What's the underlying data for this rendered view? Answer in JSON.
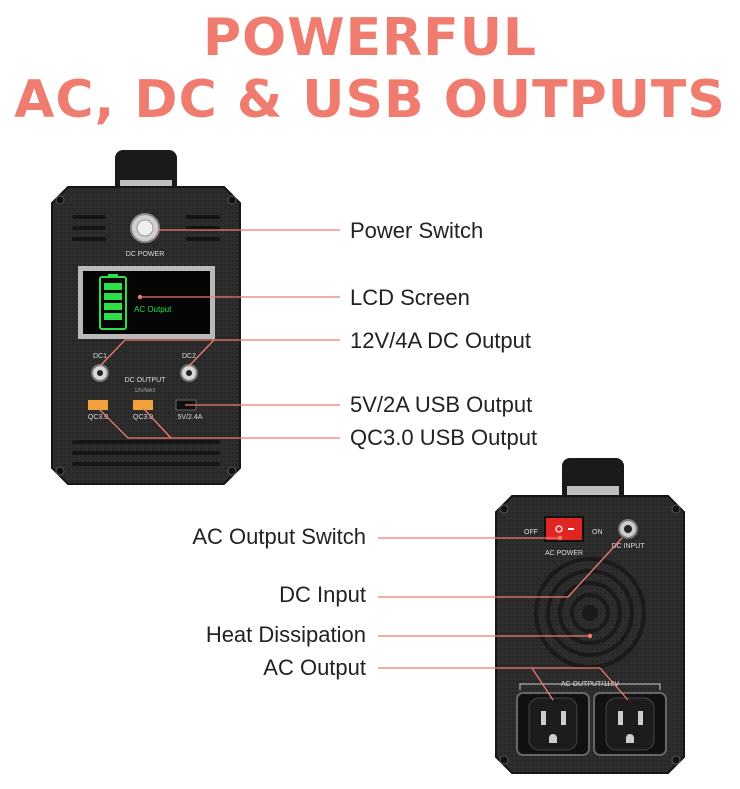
{
  "headline": {
    "line1": "POWERFUL",
    "line2": "AC, DC & USB OUTPUTS"
  },
  "front_callouts": {
    "power_switch": "Power Switch",
    "lcd_screen": "LCD Screen",
    "dc_output": "12V/4A DC Output",
    "usb_output": "5V/2A USB Output",
    "qc_output": "QC3.0 USB Output"
  },
  "back_callouts": {
    "ac_switch": "AC Output Switch",
    "dc_input": "DC Input",
    "heat": "Heat Dissipation",
    "ac_output": "AC Output"
  },
  "front_panel": {
    "dc_power": "DC POWER",
    "lcd_text": "AC Output",
    "dc1": "DC1",
    "dc2": "DC2",
    "dc_output": "DC OUTPUT",
    "dc_rating": "12V/MAX",
    "qc1": "QC3.0",
    "qc2": "QC3.0",
    "usb": "5V/2.4A"
  },
  "back_panel": {
    "off": "OFF",
    "on": "ON",
    "ac_power": "AC POWER",
    "dc_input": "DC INPUT",
    "ac_output": "AC OUTPUT/110V"
  },
  "colors": {
    "accent": "#f07b6f",
    "device": "#2b2b2b",
    "lcd_text": "#2de04a",
    "usb_qc": "#f2a23a",
    "switch": "#e02525"
  }
}
